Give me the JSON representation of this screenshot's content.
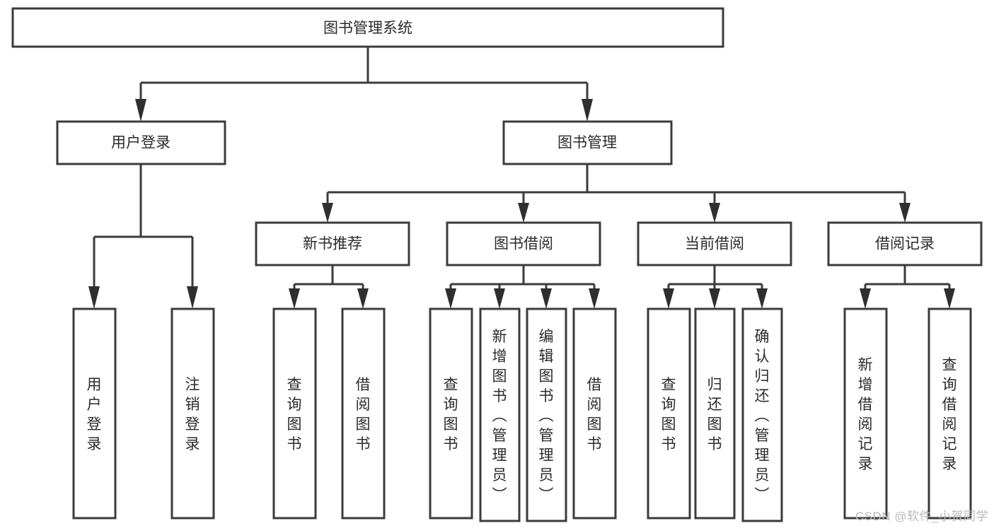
{
  "diagram": {
    "title": "图书管理系统",
    "type": "tree",
    "watermark": "CSDN @软件_小贺同学",
    "colors": {
      "box_stroke": "#3b3b3b",
      "box_fill": "#ffffff",
      "connector": "#3b3b3b",
      "text": "#2b2b2b",
      "watermark": "#b9b9b9",
      "background": "#ffffff"
    },
    "levels": {
      "root": {
        "label": "图书管理系统"
      },
      "level1": [
        {
          "label": "用户登录"
        },
        {
          "label": "图书管理"
        }
      ],
      "level2": [
        {
          "label": "新书推荐",
          "parent": "图书管理"
        },
        {
          "label": "图书借阅",
          "parent": "图书管理"
        },
        {
          "label": "当前借阅",
          "parent": "图书管理"
        },
        {
          "label": "借阅记录",
          "parent": "图书管理"
        }
      ],
      "level3": [
        {
          "label": "用户登录",
          "parent": "用户登录"
        },
        {
          "label": "注销登录",
          "parent": "用户登录"
        },
        {
          "label": "查询图书",
          "parent": "新书推荐"
        },
        {
          "label": "借阅图书",
          "parent": "新书推荐"
        },
        {
          "label": "查询图书",
          "parent": "图书借阅"
        },
        {
          "label": "新增图书（管理员）",
          "parent": "图书借阅"
        },
        {
          "label": "编辑图书（管理员）",
          "parent": "图书借阅"
        },
        {
          "label": "借阅图书",
          "parent": "图书借阅"
        },
        {
          "label": "查询图书",
          "parent": "当前借阅"
        },
        {
          "label": "归还图书",
          "parent": "当前借阅"
        },
        {
          "label": "确认归还（管理员）",
          "parent": "当前借阅"
        },
        {
          "label": "新增借阅记录",
          "parent": "借阅记录"
        },
        {
          "label": "查询借阅记录",
          "parent": "借阅记录"
        }
      ]
    },
    "nodes": {
      "root": {
        "label": "图书管理系统"
      },
      "n_user": {
        "label": "用户登录"
      },
      "n_bookmgr": {
        "label": "图书管理"
      },
      "n_newrec": {
        "label": "新书推荐"
      },
      "n_borrow": {
        "label": "图书借阅"
      },
      "n_current": {
        "label": "当前借阅"
      },
      "n_record": {
        "label": "借阅记录"
      },
      "l_login": {
        "label": "用户登录"
      },
      "l_logout": {
        "label": "注销登录"
      },
      "l_q1": {
        "label": "查询图书"
      },
      "l_b1": {
        "label": "借阅图书"
      },
      "l_q2": {
        "label": "查询图书"
      },
      "l_add": {
        "label": "新增图书（管理员）"
      },
      "l_edit": {
        "label": "编辑图书（管理员）"
      },
      "l_b2": {
        "label": "借阅图书"
      },
      "l_q3": {
        "label": "查询图书"
      },
      "l_return": {
        "label": "归还图书"
      },
      "l_confirm": {
        "label": "确认归还（管理员）"
      },
      "l_addrec": {
        "label": "新增借阅记录"
      },
      "l_qrec": {
        "label": "查询借阅记录"
      }
    }
  }
}
